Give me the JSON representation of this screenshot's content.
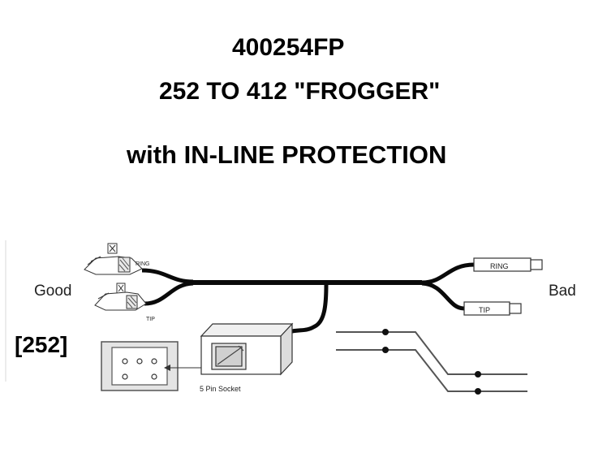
{
  "title": {
    "line1": "400254FP",
    "line2": "252 TO 412 \"FROGGER\"",
    "line3": "with IN-LINE PROTECTION"
  },
  "diagram": {
    "left_label": "Good",
    "right_label": "Bad",
    "code_label": "[252]",
    "clip_ring_label": "RING",
    "clip_tip_label": "TIP",
    "plug_ring_label": "RING",
    "plug_tip_label": "TIP",
    "socket_label": "5 Pin Socket"
  }
}
